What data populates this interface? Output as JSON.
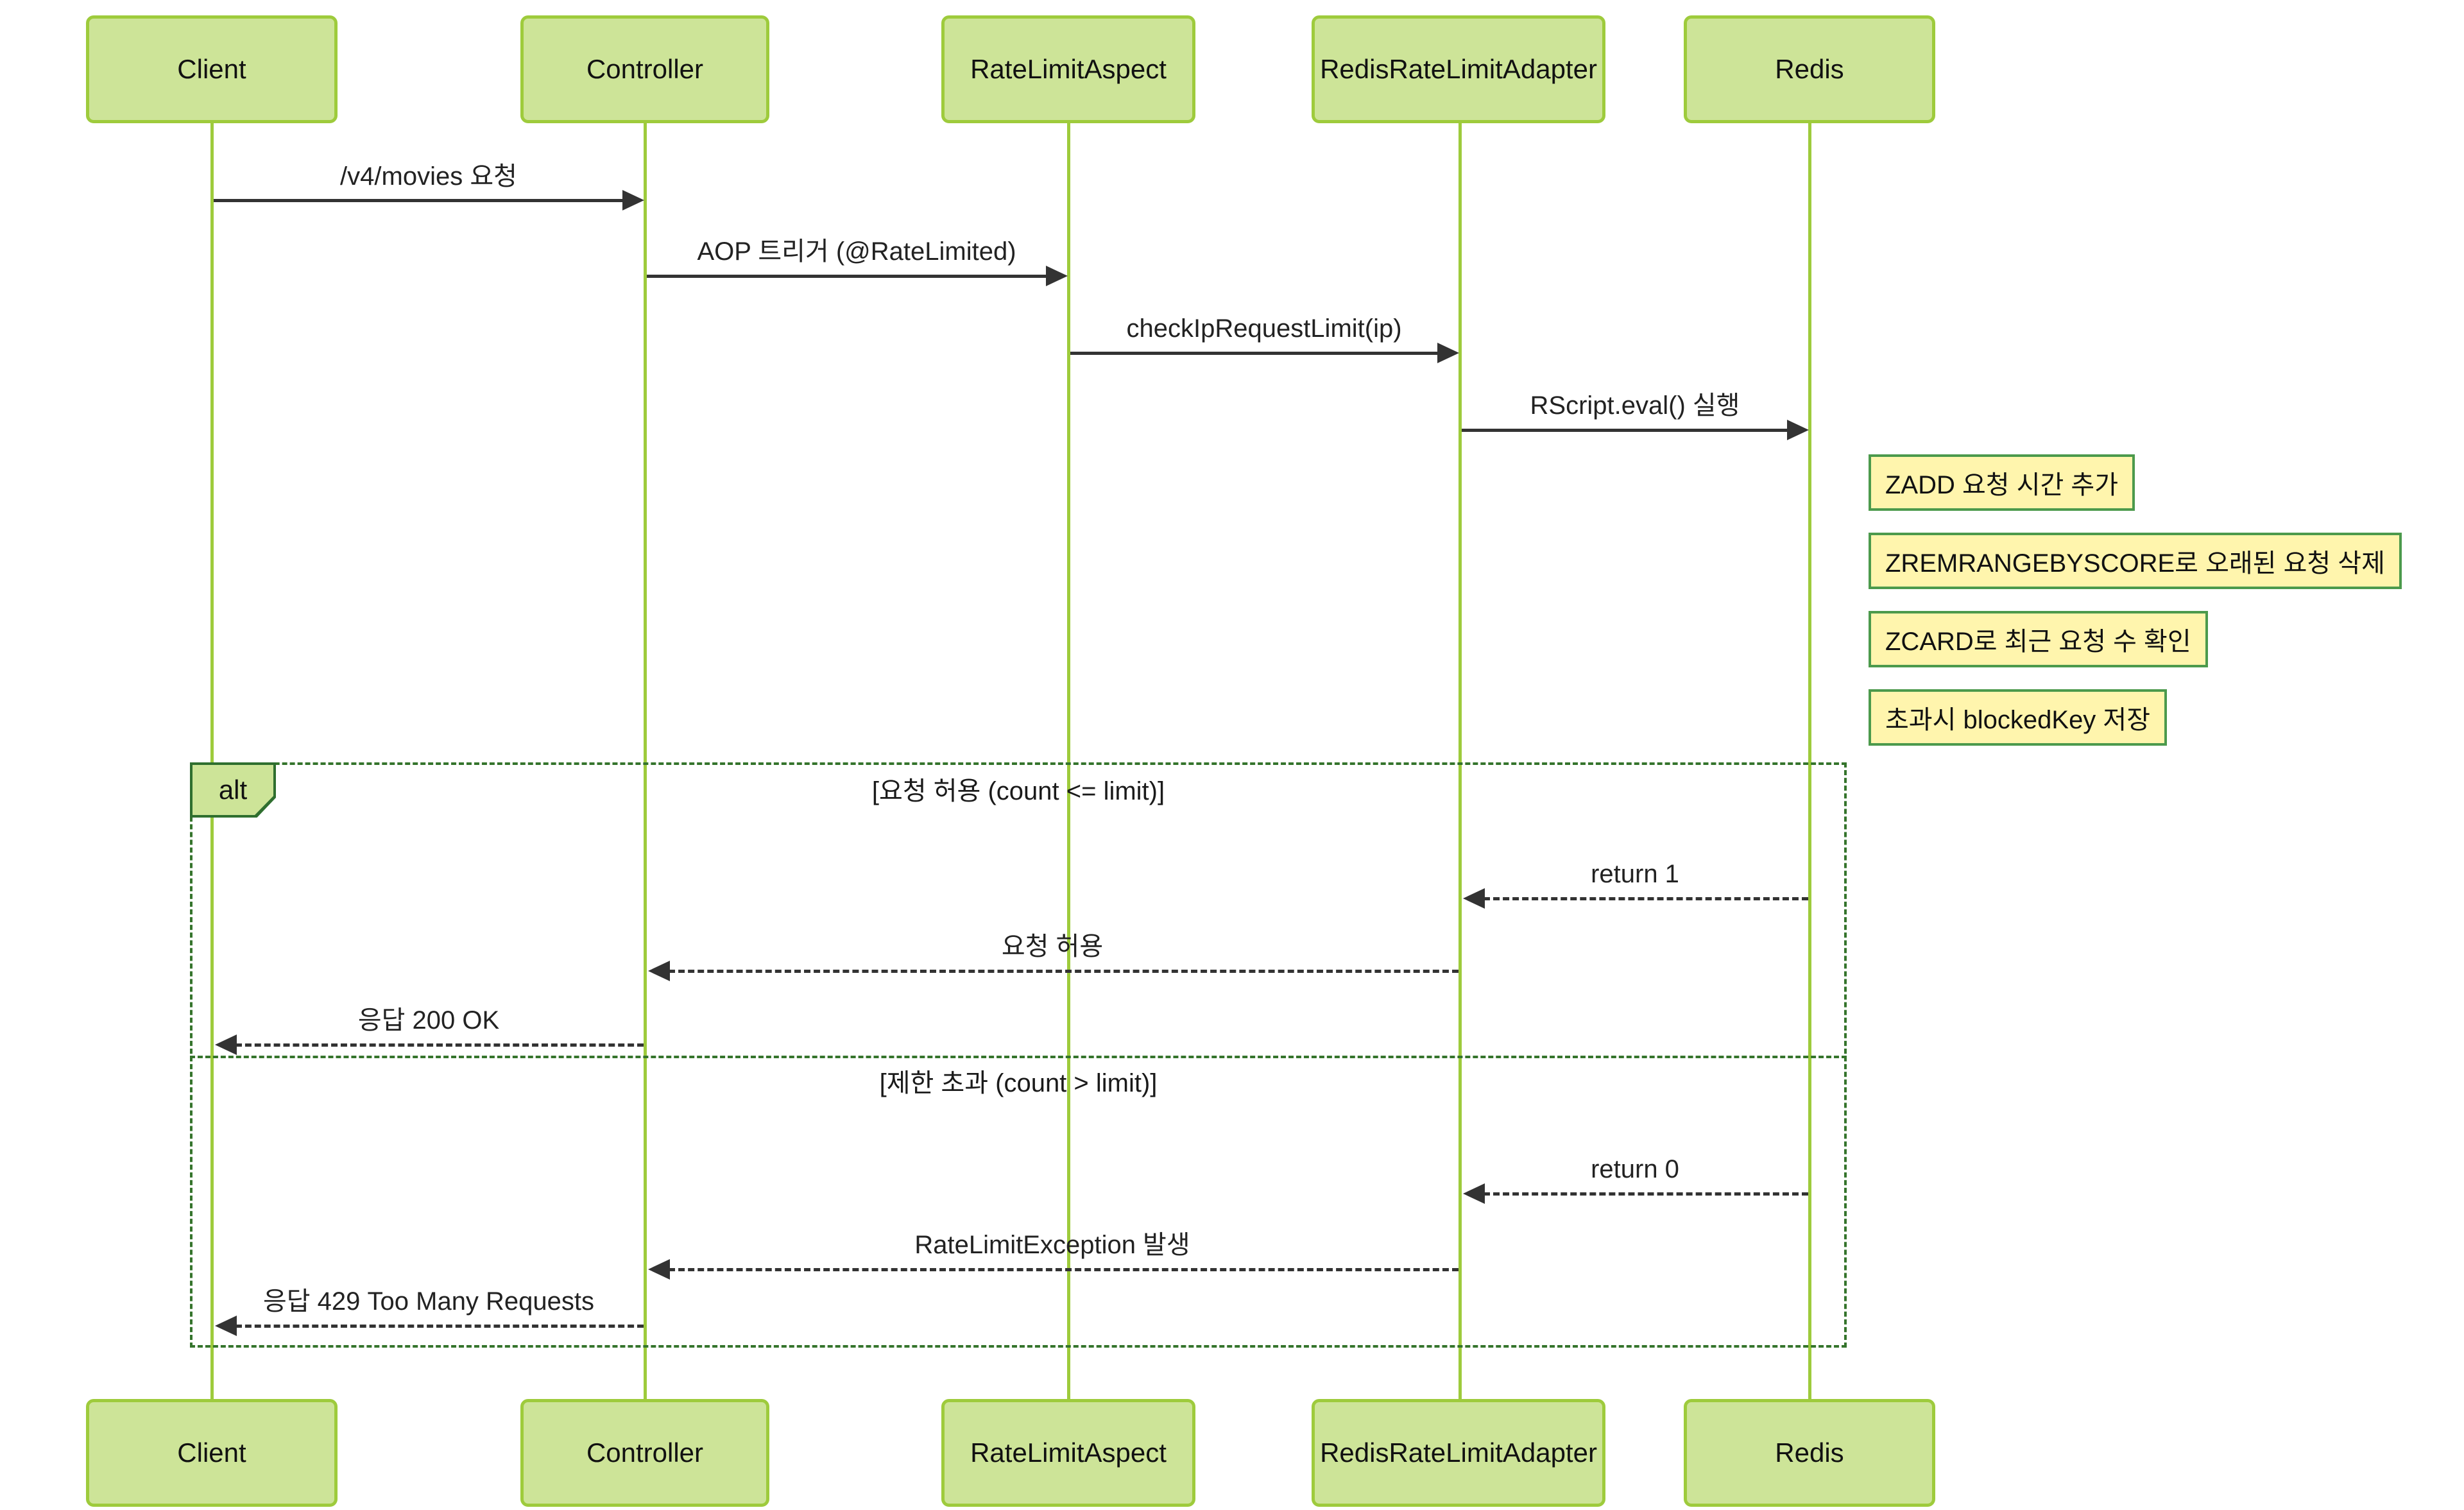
{
  "diagram": {
    "participants": [
      {
        "label": "Client"
      },
      {
        "label": "Controller"
      },
      {
        "label": "RateLimitAspect"
      },
      {
        "label": "RedisRateLimitAdapter"
      },
      {
        "label": "Redis"
      }
    ],
    "messages": [
      {
        "label": "/v4/movies 요청",
        "from": "Client",
        "to": "Controller",
        "style": "solid"
      },
      {
        "label": "AOP 트리거 (@RateLimited)",
        "from": "Controller",
        "to": "RateLimitAspect",
        "style": "solid"
      },
      {
        "label": "checkIpRequestLimit(ip)",
        "from": "RateLimitAspect",
        "to": "RedisRateLimitAdapter",
        "style": "solid"
      },
      {
        "label": "RScript.eval() 실행",
        "from": "RedisRateLimitAdapter",
        "to": "Redis",
        "style": "solid"
      }
    ],
    "notes": [
      {
        "label": "ZADD 요청 시간 추가"
      },
      {
        "label": "ZREMRANGEBYSCORE로 오래된 요청 삭제"
      },
      {
        "label": "ZCARD로 최근 요청 수 확인"
      },
      {
        "label": "초과시 blockedKey 저장"
      }
    ],
    "alt": {
      "label": "alt",
      "sections": [
        {
          "condition": "[요청 허용 (count <= limit)]",
          "messages": [
            {
              "label": "return 1",
              "from": "Redis",
              "to": "RedisRateLimitAdapter",
              "style": "dashed"
            },
            {
              "label": "요청 허용",
              "from": "RedisRateLimitAdapter",
              "to": "Controller",
              "style": "dashed"
            },
            {
              "label": "응답 200 OK",
              "from": "Controller",
              "to": "Client",
              "style": "dashed"
            }
          ]
        },
        {
          "condition": "[제한 초과 (count > limit)]",
          "messages": [
            {
              "label": "return 0",
              "from": "Redis",
              "to": "RedisRateLimitAdapter",
              "style": "dashed"
            },
            {
              "label": "RateLimitException 발생",
              "from": "RedisRateLimitAdapter",
              "to": "Controller",
              "style": "dashed"
            },
            {
              "label": "응답 429 Too Many Requests",
              "from": "Controller",
              "to": "Client",
              "style": "dashed"
            }
          ]
        }
      ]
    },
    "colors": {
      "background": "#ffffff",
      "actor_fill": "#cde498",
      "actor_border": "#9ecb3c",
      "lifeline": "#9ecb3c",
      "message_line": "#333333",
      "note_fill": "#fff5ad",
      "note_border": "#4c9a4c",
      "alt_border": "#35742c"
    }
  }
}
